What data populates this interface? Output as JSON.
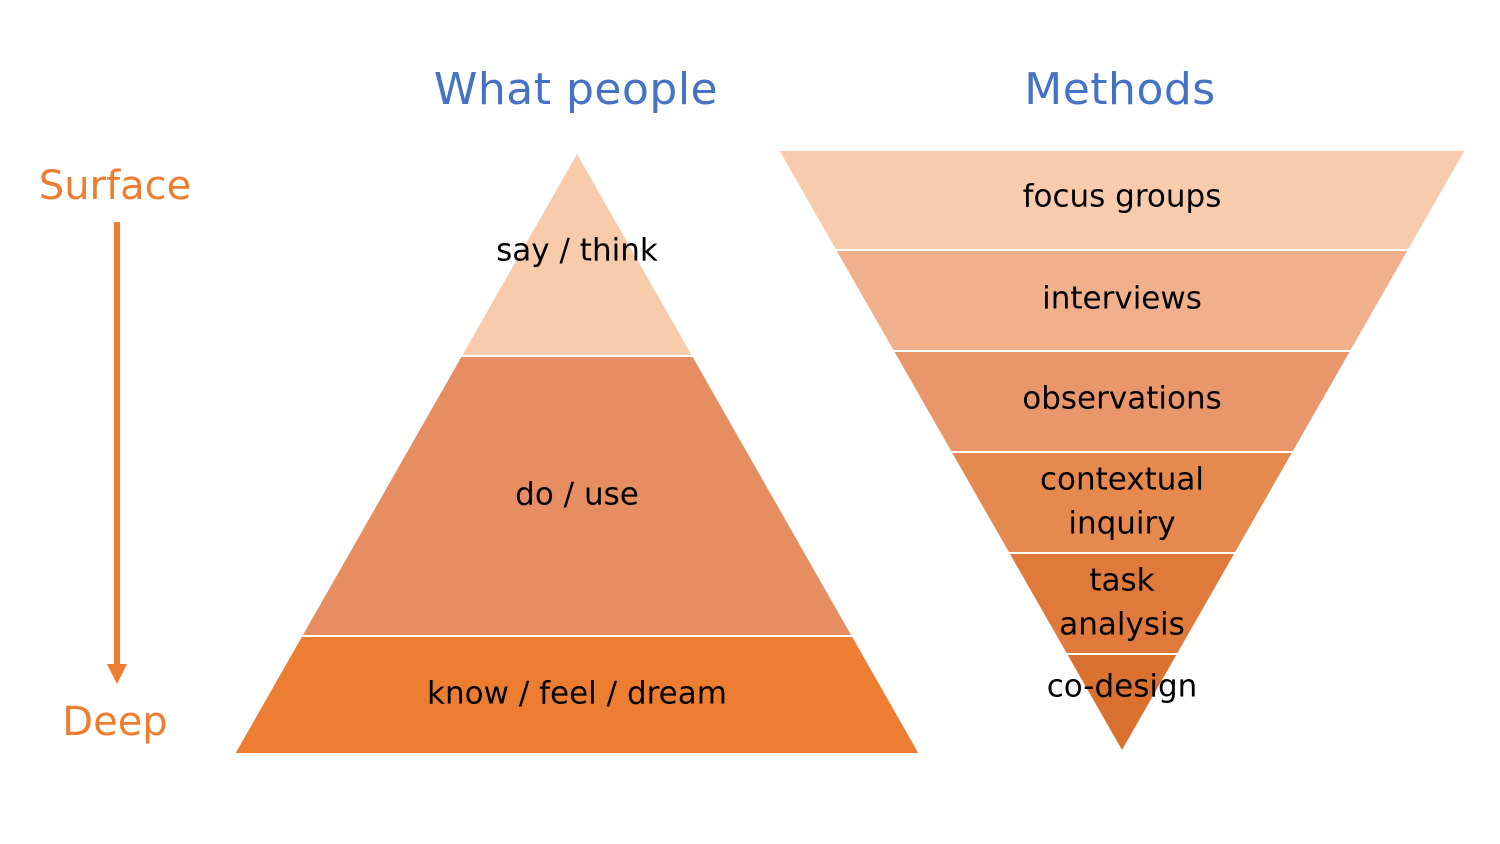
{
  "headings": {
    "left": "What people",
    "right": "Methods"
  },
  "axis": {
    "top": "Surface",
    "bottom": "Deep"
  },
  "pyramid_layers": [
    {
      "label": "say / think",
      "color": "#f8cbad"
    },
    {
      "label": "do / use",
      "color": "#e68e62"
    },
    {
      "label": "know / feel / dream",
      "color": "#ed7d31"
    }
  ],
  "funnel_layers": [
    {
      "lines": [
        "focus groups"
      ],
      "color": "#f8cbad"
    },
    {
      "lines": [
        "interviews"
      ],
      "color": "#f0b08c"
    },
    {
      "lines": [
        "observations"
      ],
      "color": "#e9966d"
    },
    {
      "lines": [
        "contextual",
        "inquiry"
      ],
      "color": "#e6894f"
    },
    {
      "lines": [
        "task",
        "analysis"
      ],
      "color": "#e07a3c"
    },
    {
      "lines": [
        "co-design"
      ],
      "color": "#db7130"
    }
  ],
  "colors": {
    "heading": "#4472c4",
    "axis": "#ed7d31"
  }
}
